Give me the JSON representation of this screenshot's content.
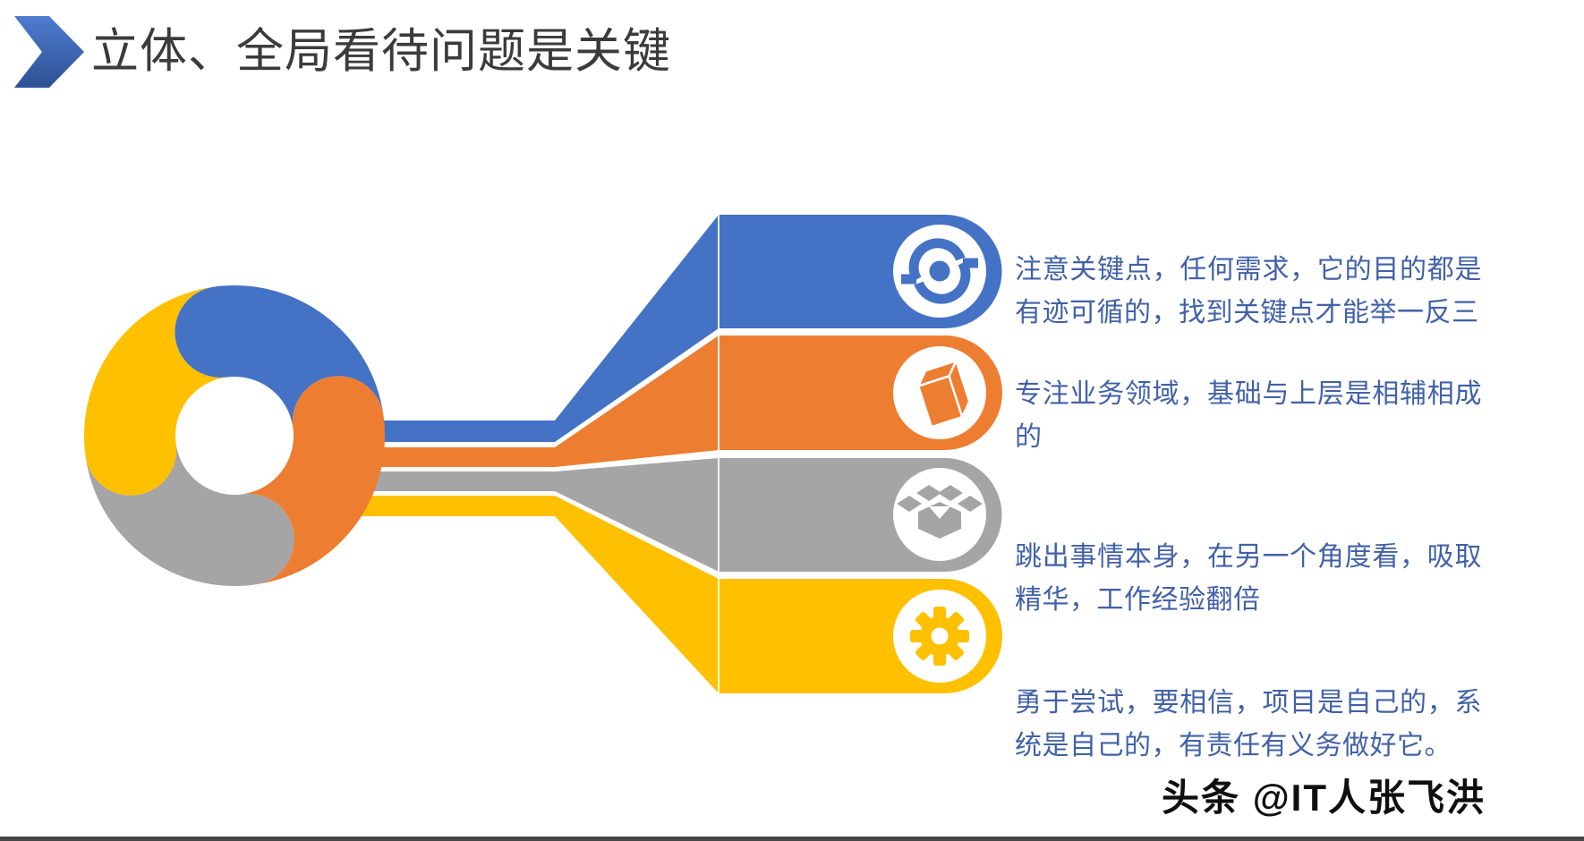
{
  "title": {
    "text": "立体、全局看待问题是关键"
  },
  "colors": {
    "blue": "#4472C4",
    "orange": "#ED7D31",
    "gray": "#A5A5A5",
    "yellow": "#FFC000",
    "row_text": "#4161A8",
    "title_gray": "#3B3B3B",
    "chevron_light": "#4E7CD0",
    "chevron_dark": "#2C5193",
    "watermark_black": "#0f0f0f"
  },
  "diagram": {
    "type": "key-shaped radial list, 4 branches",
    "rows": [
      {
        "icon": "view-sync-icon",
        "color": "blue",
        "text": "注意关键点，任何需求，它的目的都是有迹可循的，找到关键点才能举一反三"
      },
      {
        "icon": "book-icon",
        "color": "orange",
        "text": "专注业务领域，基础与上层是相辅相成的"
      },
      {
        "icon": "unbox-icon",
        "color": "gray",
        "text": "跳出事情本身，在另一个角度看，吸取精华，工作经验翻倍"
      },
      {
        "icon": "gear-icon",
        "color": "yellow",
        "text": "勇于尝试，要相信，项目是自己的，系统是自己的，有责任有义务做好它。"
      }
    ]
  },
  "watermark": {
    "text": "头条 @IT人张飞洪"
  }
}
